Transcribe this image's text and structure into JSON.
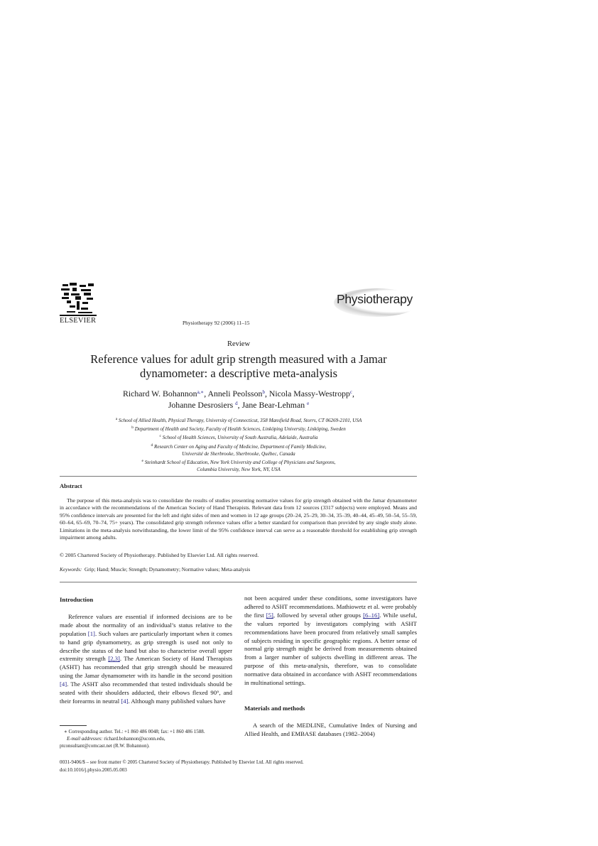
{
  "header": {
    "publisher_logo": "ELSEVIER",
    "journal_ref": "Physiotherapy 92 (2006) 11–15",
    "journal_logo": "Physiotherapy"
  },
  "article": {
    "type": "Review",
    "title_line1": "Reference values for adult grip strength measured with a Jamar",
    "title_line2": "dynamometer: a descriptive meta-analysis",
    "authors": [
      {
        "name": "Richard W. Bohannon",
        "sup": "a,∗",
        "sep": ", "
      },
      {
        "name": "Anneli Peolsson",
        "sup": "b",
        "sep": ", "
      },
      {
        "name": "Nicola Massy-Westropp",
        "sup": "c",
        "sep": ","
      },
      {
        "name": "Johanne Desrosiers",
        "sup": "d",
        "sep": ", "
      },
      {
        "name": "Jane Bear-Lehman",
        "sup": "e",
        "sep": ""
      }
    ],
    "affiliations": [
      {
        "sup": "a",
        "text": "School of Allied Health, Physical Therapy, University of Connecticut, 358 Mansfield Road, Storrs, CT 06269-2101, USA"
      },
      {
        "sup": "b",
        "text": "Department of Health and Society, Faculty of Health Sciences, Linköping University, Linköping, Sweden"
      },
      {
        "sup": "c",
        "text": "School of Health Sciences, University of South Australia, Adelaide, Australia"
      },
      {
        "sup": "d",
        "text": "Research Center on Aging and Faculty of Medicine, Department of Family Medicine,"
      },
      {
        "sup": "",
        "text": "Université de Sherbrooke, Sherbrooke, Québec, Canada"
      },
      {
        "sup": "e",
        "text": "Steinhardt School of Education, New York University and College of Physicians and Surgeons,"
      },
      {
        "sup": "",
        "text": "Columbia University, New York, NY, USA"
      }
    ]
  },
  "abstract": {
    "heading": "Abstract",
    "body": "The purpose of this meta-analysis was to consolidate the results of studies presenting normative values for grip strength obtained with the Jamar dynamometer in accordance with the recommendations of the American Society of Hand Therapists. Relevant data from 12 sources (3317 subjects) were employed. Means and 95% confidence intervals are presented for the left and right sides of men and women in 12 age groups (20–24, 25–29, 30–34, 35–39, 40–44, 45–49, 50–54, 55–59, 60–64, 65–69, 70–74, 75+ years). The consolidated grip strength reference values offer a better standard for comparison than provided by any single study alone. Limitations in the meta-analysis notwithstanding, the lower limit of the 95% confidence interval can serve as a reasonable threshold for establishing grip strength impairment among adults.",
    "copyright": "© 2005 Chartered Society of Physiotherapy. Published by Elsevier Ltd. All rights reserved.",
    "keywords_label": "Keywords:",
    "keywords": "Grip; Hand; Muscle; Strength; Dynamometry; Normative values; Meta-analysis"
  },
  "intro": {
    "heading": "Introduction",
    "p1_a": "Reference values are essential if informed decisions are to be made about the normality of an individual’s status relative to the population ",
    "ref1": "[1]",
    "p1_b": ". Such values are particularly important when it comes to hand grip dynamometry, as grip strength is used not only to describe the status of the hand but also to characterise overall upper extremity strength ",
    "ref2": "[2,3]",
    "p1_c": ". The American Society of Hand Therapists (ASHT) has recommended that grip strength should be measured using the Jamar dynamometer with its handle in the second position ",
    "ref3": "[4]",
    "p1_d": ". The ASHT also recommended that tested individuals should be seated with their shoulders adducted, their elbows flexed 90°, and their forearms in neutral ",
    "ref4": "[4]",
    "p1_e": ". Although many published values have"
  },
  "col2": {
    "p1_a": "not been acquired under these conditions, some investigators have adhered to ASHT recommendations. Mathiowetz et al. were probably the first ",
    "ref5": "[5]",
    "p1_b": ", followed by several other groups ",
    "ref6": "[6–16]",
    "p1_c": ". While useful, the values reported by investigators complying with ASHT recommendations have been procured from relatively small samples of subjects residing in specific geographic regions. A better sense of normal grip strength might be derived from measurements obtained from a larger number of subjects dwelling in different areas. The purpose of this meta-analysis, therefore, was to consolidate normative data obtained in accordance with ASHT recommendations in multinational settings.",
    "methods_heading": "Materials and methods",
    "methods_p": "A search of the MEDLINE, Cumulative Index of Nursing and Allied Health, and EMBASE databases (1982–2004)"
  },
  "footnote": {
    "line1": "∗  Corresponding author. Tel.: +1 860 486 0048; fax: +1 860 486 1588.",
    "email_label": "E-mail addresses:",
    "email1": " richard.bohannon@uconn.edu,",
    "line3": "ptconsultant@comcast.net (R.W. Bohannon)."
  },
  "bottom": {
    "line1": "0031-9406/$ – see front matter © 2005 Chartered Society of Physiotherapy. Published by Elsevier Ltd. All rights reserved.",
    "doi": "doi:10.1016/j.physio.2005.05.003"
  }
}
